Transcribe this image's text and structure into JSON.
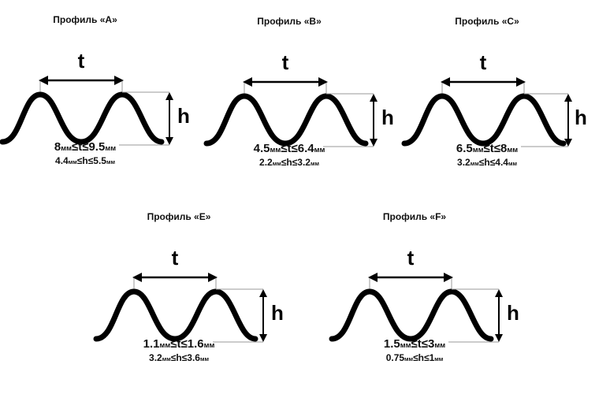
{
  "profiles": [
    {
      "id": "a",
      "title": "Профиль «А»",
      "t_label": "t",
      "h_label": "h",
      "t_min": "8",
      "t_unit_min": "мм",
      "t_sym": "t",
      "t_max": "9.5",
      "t_unit_max": "мм",
      "h_min": "4.4",
      "h_unit_min": "мм",
      "h_sym": "h",
      "h_max": "5.5",
      "h_unit_max": "мм"
    },
    {
      "id": "b",
      "title": "Профиль «В»",
      "t_label": "t",
      "h_label": "h",
      "t_min": "4.5",
      "t_unit_min": "мм",
      "t_sym": "t",
      "t_max": "6.4",
      "t_unit_max": "мм",
      "h_min": "2.2",
      "h_unit_min": "мм",
      "h_sym": "h",
      "h_max": "3.2",
      "h_unit_max": "мм"
    },
    {
      "id": "c",
      "title": "Профиль «С»",
      "t_label": "t",
      "h_label": "h",
      "t_min": "6.5",
      "t_unit_min": "мм",
      "t_sym": "t",
      "t_max": "8",
      "t_unit_max": "мм",
      "h_min": "3.2",
      "h_unit_min": "мм",
      "h_sym": "h",
      "h_max": "4.4",
      "h_unit_max": "мм"
    },
    {
      "id": "e",
      "title": "Профиль «Е»",
      "t_label": "t",
      "h_label": "h",
      "t_min": "1.1",
      "t_unit_min": "мм",
      "t_sym": "t",
      "t_max": "1.6",
      "t_unit_max": "мм",
      "h_min": "3.2",
      "h_unit_min": "мм",
      "h_sym": "h",
      "h_max": "3.6",
      "h_unit_max": "мм"
    },
    {
      "id": "f",
      "title": "Профиль «F»",
      "t_label": "t",
      "h_label": "h",
      "t_min": "1.5",
      "t_unit_min": "мм",
      "t_sym": "t",
      "t_max": "3",
      "t_unit_max": "мм",
      "h_min": "0.75",
      "h_unit_min": "мм",
      "h_sym": "h",
      "h_max": "1",
      "h_unit_max": "мм"
    }
  ],
  "colors": {
    "stroke": "#000000",
    "guide": "#999999"
  }
}
